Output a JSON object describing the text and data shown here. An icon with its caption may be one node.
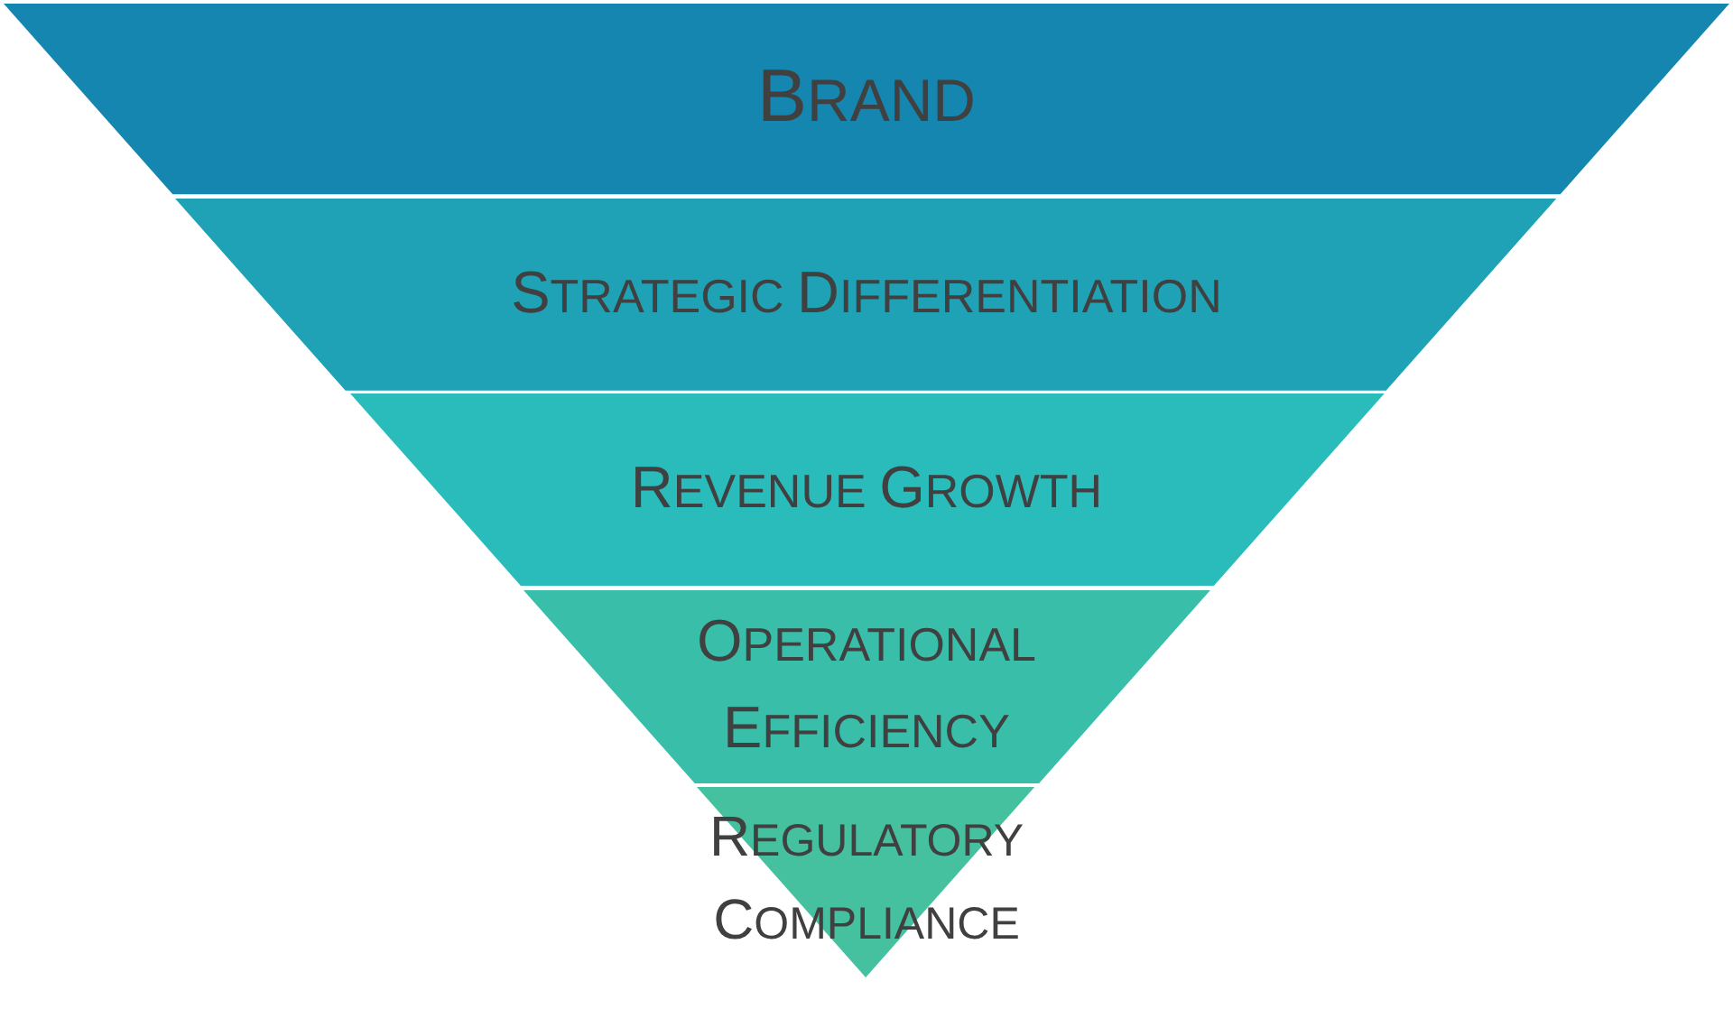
{
  "diagram": {
    "nodes": [
      {
        "text": [
          "BRAND"
        ]
      },
      {
        "text": [
          "STRATEGIC DIFFERENTIATION"
        ]
      },
      {
        "text": [
          "REVENUE GROWTH"
        ]
      },
      {
        "text": [
          "OPERATIONAL EFFICIENCY"
        ]
      },
      {
        "text": [
          "REGULATORY COMPLIANCE"
        ]
      }
    ]
  }
}
